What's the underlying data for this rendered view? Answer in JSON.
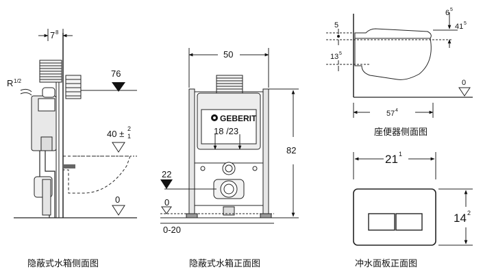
{
  "side_view": {
    "dim_width": "7",
    "dim_width_sup": "8",
    "pipe_label_r": "R",
    "pipe_label_frac": "1/2",
    "height_top": "76",
    "height_bowl_main": "40 ±",
    "height_bowl_sup": "2",
    "height_bowl_sub": "1",
    "floor_zero": "0",
    "caption": "隐蔽式水箱侧面图"
  },
  "front_view": {
    "dim_width": "50",
    "brand": "GEBERIT",
    "plate_range": "18 /23",
    "height_total": "82",
    "height_drain": "22",
    "floor_zero": "0",
    "floor_range": "0-20",
    "caption": "隐蔽式水箱正面图"
  },
  "toilet_view": {
    "dim_seat": "5",
    "dim_top": "6",
    "dim_top_sup": "5",
    "dim_height": "41",
    "dim_height_sup": "5",
    "dim_mid": "13",
    "dim_mid_sup": "5",
    "floor_zero": "0",
    "dim_depth": "57",
    "dim_depth_sup": "4",
    "caption": "座便器侧面图"
  },
  "plate_view": {
    "dim_width": "21",
    "dim_width_sup": "1",
    "dim_height": "14",
    "dim_height_sup": "2",
    "caption": "冲水面板正面图"
  }
}
